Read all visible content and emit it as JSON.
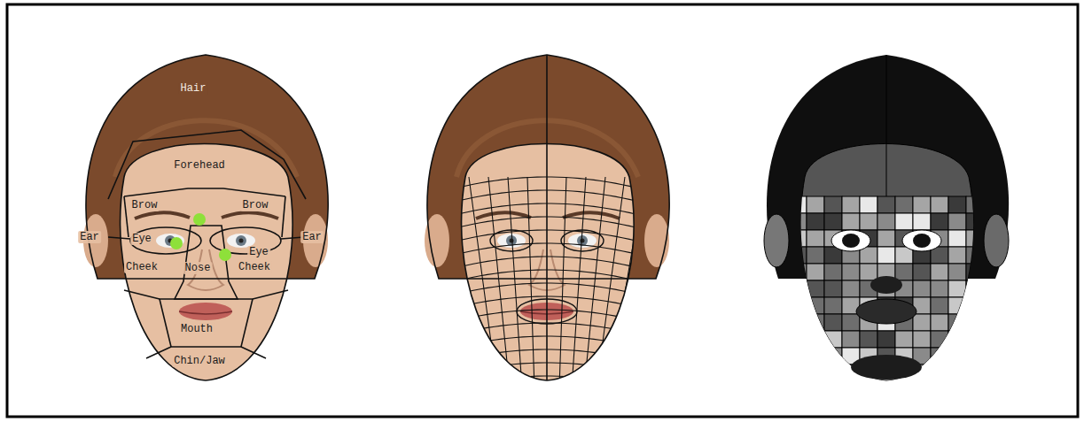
{
  "diagram": {
    "labels": [
      "Hair",
      "Forehead",
      "Brow",
      "Brow",
      "Ear",
      "Eye",
      "Eye",
      "Ear",
      "Cheek",
      "Nose",
      "Cheek",
      "Mouth",
      "Chin/Jaw"
    ]
  }
}
